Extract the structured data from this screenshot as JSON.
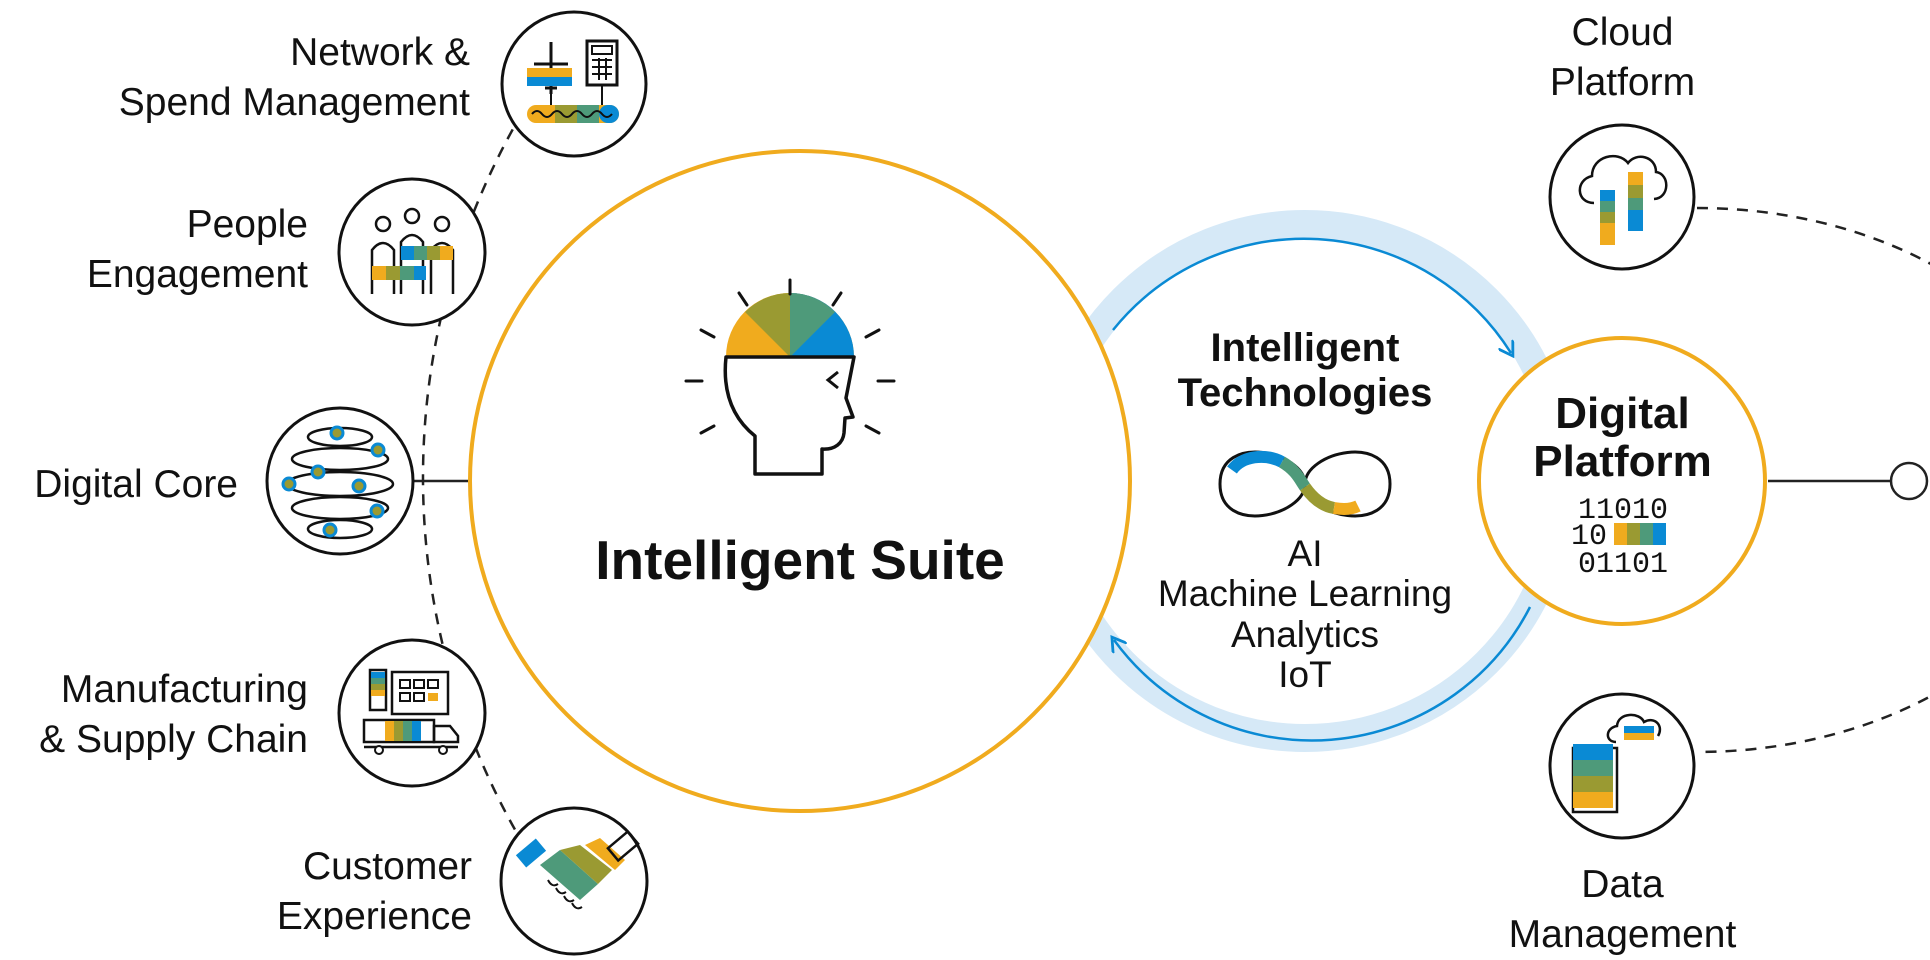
{
  "left_modules": [
    {
      "line1": "Network &",
      "line2": "Spend Management",
      "icon": "plane-calculator-icon"
    },
    {
      "line1": "People",
      "line2": "Engagement",
      "icon": "people-group-icon"
    },
    {
      "line1": "Digital Core",
      "icon": "globe-orbit-icon"
    },
    {
      "line1": "Manufacturing",
      "line2": "& Supply Chain",
      "icon": "factory-truck-icon"
    },
    {
      "line1": "Customer",
      "line2": "Experience",
      "icon": "handshake-icon"
    }
  ],
  "suite": {
    "title": "Intelligent Suite",
    "icon": "head-idea-icon"
  },
  "technologies": {
    "title_line1": "Intelligent",
    "title_line2": "Technologies",
    "icon": "infinity-icon",
    "items": [
      "AI",
      "Machine Learning",
      "Analytics",
      "IoT"
    ]
  },
  "platform": {
    "title_line1": "Digital",
    "title_line2": "Platform",
    "icon": "binary-data-icon",
    "binary_row1": "11010",
    "binary_row2": "10",
    "binary_row3": "01101"
  },
  "right_modules": [
    {
      "line1": "Cloud",
      "line2": "Platform",
      "icon": "cloud-icon"
    },
    {
      "line1": "Data",
      "line2": "Management",
      "icon": "data-cloud-icon"
    }
  ],
  "colors": {
    "accent_gold": "#f0ab1e",
    "accent_blue": "#0a8ad4",
    "accent_olive": "#9a9a32",
    "accent_teal": "#4e9a7a",
    "ring_light_blue": "#d6e9f7",
    "outline": "#111111"
  }
}
